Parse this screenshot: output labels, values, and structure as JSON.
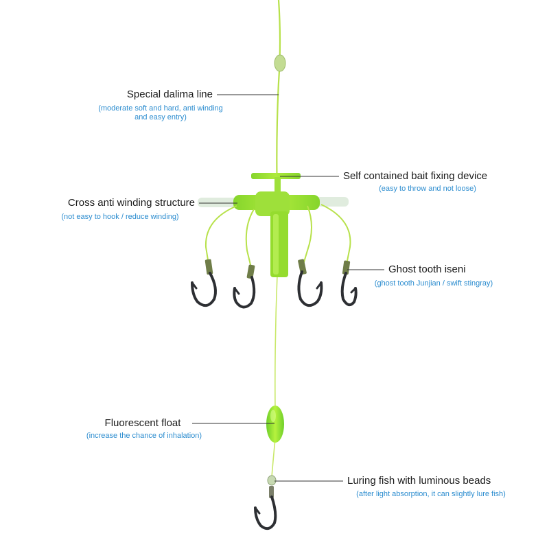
{
  "annotations": {
    "dalima": {
      "title": "Special dalima line",
      "subtitle": "(moderate soft and hard, anti winding and easy entry)"
    },
    "bait": {
      "title": "Self contained bait fixing device",
      "subtitle": "(easy to throw and not loose)"
    },
    "cross": {
      "title": "Cross anti winding structure",
      "subtitle": "(not easy to hook / reduce winding)"
    },
    "ghost": {
      "title": "Ghost tooth iseni",
      "subtitle": "(ghost tooth Junjian / swift stingray)"
    },
    "float": {
      "title": "Fluorescent float",
      "subtitle": "(increase the chance of inhalation)"
    },
    "beads": {
      "title": "Luring fish with luminous beads",
      "subtitle": "(after light absorption, it can slightly lure fish)"
    }
  },
  "colors": {
    "line": "#b7e14a",
    "plastic": "#a4e637",
    "hook": "#2d2f33",
    "leader": "#333333",
    "subtitle": "#2b8ccf"
  }
}
